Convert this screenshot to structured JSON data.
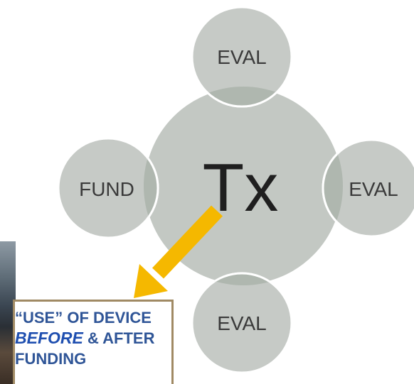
{
  "diagram": {
    "center": {
      "label": "Tx"
    },
    "nodes": [
      {
        "position": "top",
        "label": "EVAL"
      },
      {
        "position": "right",
        "label": "EVAL"
      },
      {
        "position": "bottom",
        "label": "EVAL"
      },
      {
        "position": "left",
        "label": "FUND"
      }
    ],
    "colors": {
      "circle_fill": "#c3c8c3",
      "circle_stroke": "#ffffff",
      "overlap_fill": "#b1b9b1",
      "arrow": "#f5b800",
      "callout_border": "#a08a64",
      "callout_text": "#2f5597"
    }
  },
  "callout": {
    "line1": "“USE” OF DEVICE",
    "line2_emphasis": "BEFORE",
    "line2_rest": " & AFTER",
    "line3": "FUNDING"
  }
}
